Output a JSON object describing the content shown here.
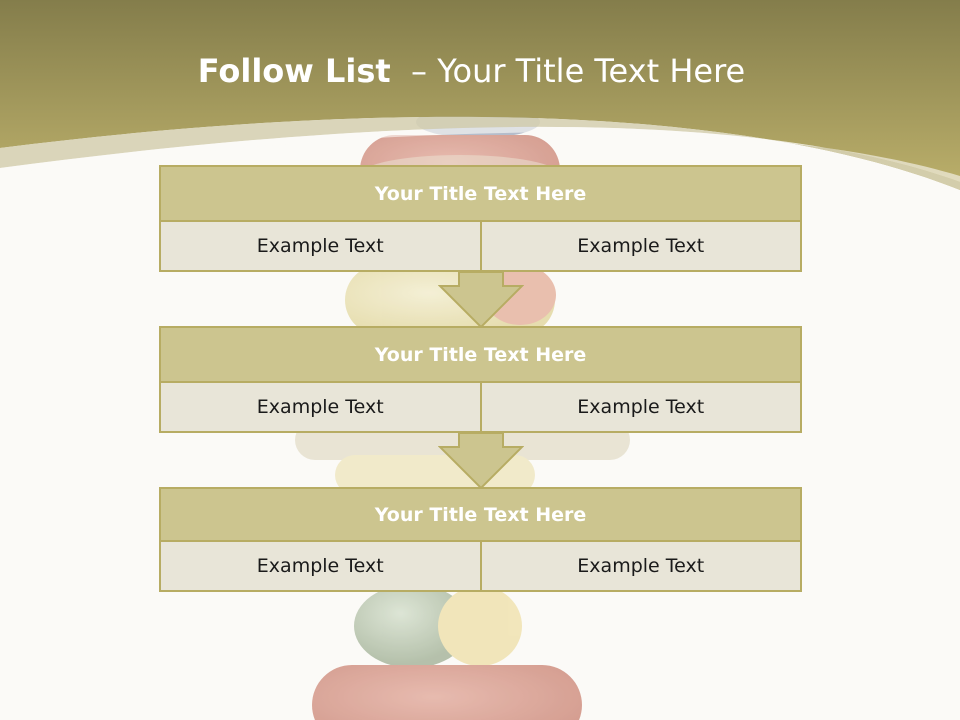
{
  "slide": {
    "title_bold": "Follow List",
    "title_rest": "  – Your Title Text Here"
  },
  "rows": [
    {
      "title": "Your Title Text Here",
      "left": "Example Text",
      "right": "Example Text"
    },
    {
      "title": "Your Title Text Here",
      "left": "Example Text",
      "right": "Example Text"
    },
    {
      "title": "Your Title Text Here",
      "left": "Example Text",
      "right": "Example Text"
    }
  ],
  "colors": {
    "header_band": "#b9ad68",
    "row_title_fill": "#ccc58f",
    "row_border": "#b7ac63",
    "cell_fill": "#e8e5d8",
    "arrow_fill": "#ccc58f"
  }
}
